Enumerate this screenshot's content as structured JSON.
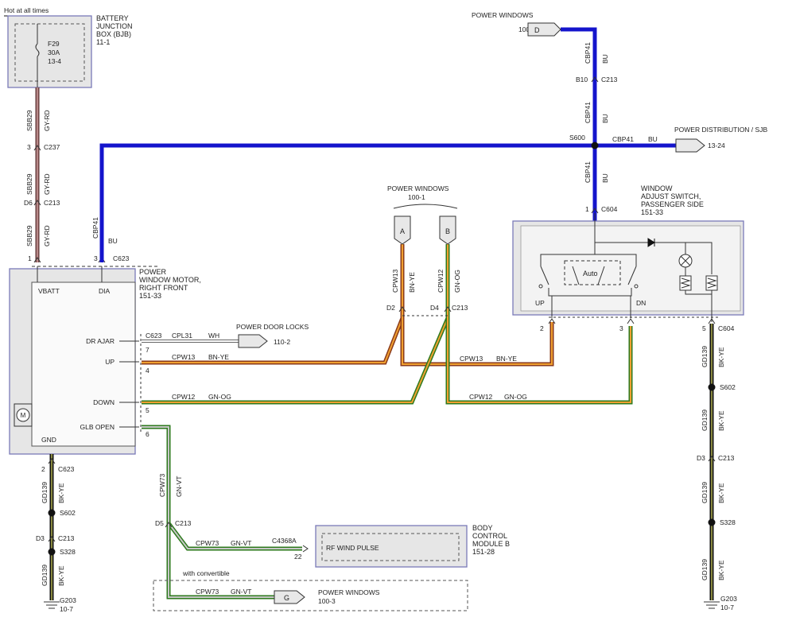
{
  "colors": {
    "blue": "#1414cc",
    "gyrd": "#9a6a6a",
    "bnye_outer": "#8a3a1a",
    "bnye_inner": "#f0a030",
    "gnog_outer": "#2e7a1e",
    "gnog_inner": "#f0a030",
    "gnvt_outer": "#2e7a1e",
    "gnvt_inner": "#b8b8b8",
    "wh": "#dddddd",
    "black": "#111111",
    "module_border": "#7a7ab8"
  },
  "diagram": {
    "hot_label": "Hot at all times",
    "bjb": {
      "title1": "BATTERY",
      "title2": "JUNCTION",
      "title3": "BOX (BJB)",
      "ref": "11-1",
      "fuse": "F29",
      "amps": "30A",
      "fuse_ref": "13-4"
    },
    "motor": {
      "title1": "POWER",
      "title2": "WINDOW MOTOR,",
      "title3": "RIGHT FRONT",
      "ref": "151-33",
      "vbatt": "VBATT",
      "dia": "DIA",
      "drajar": "DR AJAR",
      "up": "UP",
      "down": "DOWN",
      "glbopen": "GLB OPEN",
      "gnd": "GND",
      "motor_symbol": "M"
    },
    "switch": {
      "title1": "WINDOW",
      "title2": "ADJUST SWITCH,",
      "title3": "PASSENGER SIDE",
      "ref": "151-33",
      "auto": "Auto",
      "up": "UP",
      "dn": "DN"
    },
    "bcm": {
      "title1": "BODY",
      "title2": "CONTROL",
      "title3": "MODULE B",
      "ref": "151-28",
      "label": "RF WIND PULSE"
    },
    "wires": {
      "sbb29": "SBB29",
      "gyrd": "GY-RD",
      "cbp41": "CBP41",
      "bu": "BU",
      "cpl31": "CPL31",
      "wh": "WH",
      "cpw13": "CPW13",
      "bnye": "BN-YE",
      "cpw12": "CPW12",
      "gnog": "GN-OG",
      "cpw73": "CPW73",
      "gnvt": "GN-VT",
      "gd139": "GD139",
      "bkye": "BK-YE"
    },
    "connectors": {
      "c237": "C237",
      "c213": "C213",
      "c623": "C623",
      "c604": "C604",
      "c4368a": "C4368A",
      "p3": "3",
      "d6": "D6",
      "p1": "1",
      "p7": "7",
      "p4": "4",
      "p5": "5",
      "p6": "6",
      "p2": "2",
      "b10": "B10",
      "d2": "D2",
      "d4": "D4",
      "d3": "D3",
      "d5": "D5",
      "p22": "22"
    },
    "splices": {
      "s600": "S600",
      "s602": "S602",
      "s328": "S328"
    },
    "grounds": {
      "g203": "G203",
      "g_ref": "10-7"
    },
    "refs": {
      "pw_top": "POWER WINDOWS",
      "pw_top_ref": "100-1",
      "pw_top_letter": "D",
      "pd": "POWER DISTRIBUTION / SJB",
      "pd_ref": "13-24",
      "pw_mid": "POWER WINDOWS",
      "pw_mid_ref": "100-1",
      "pw_a": "A",
      "pw_b": "B",
      "pdl": "POWER DOOR LOCKS",
      "pdl_ref": "110-2",
      "pw_bot": "POWER WINDOWS",
      "pw_bot_ref": "100-3",
      "pw_bot_letter": "G",
      "convertible": "with convertible"
    }
  }
}
